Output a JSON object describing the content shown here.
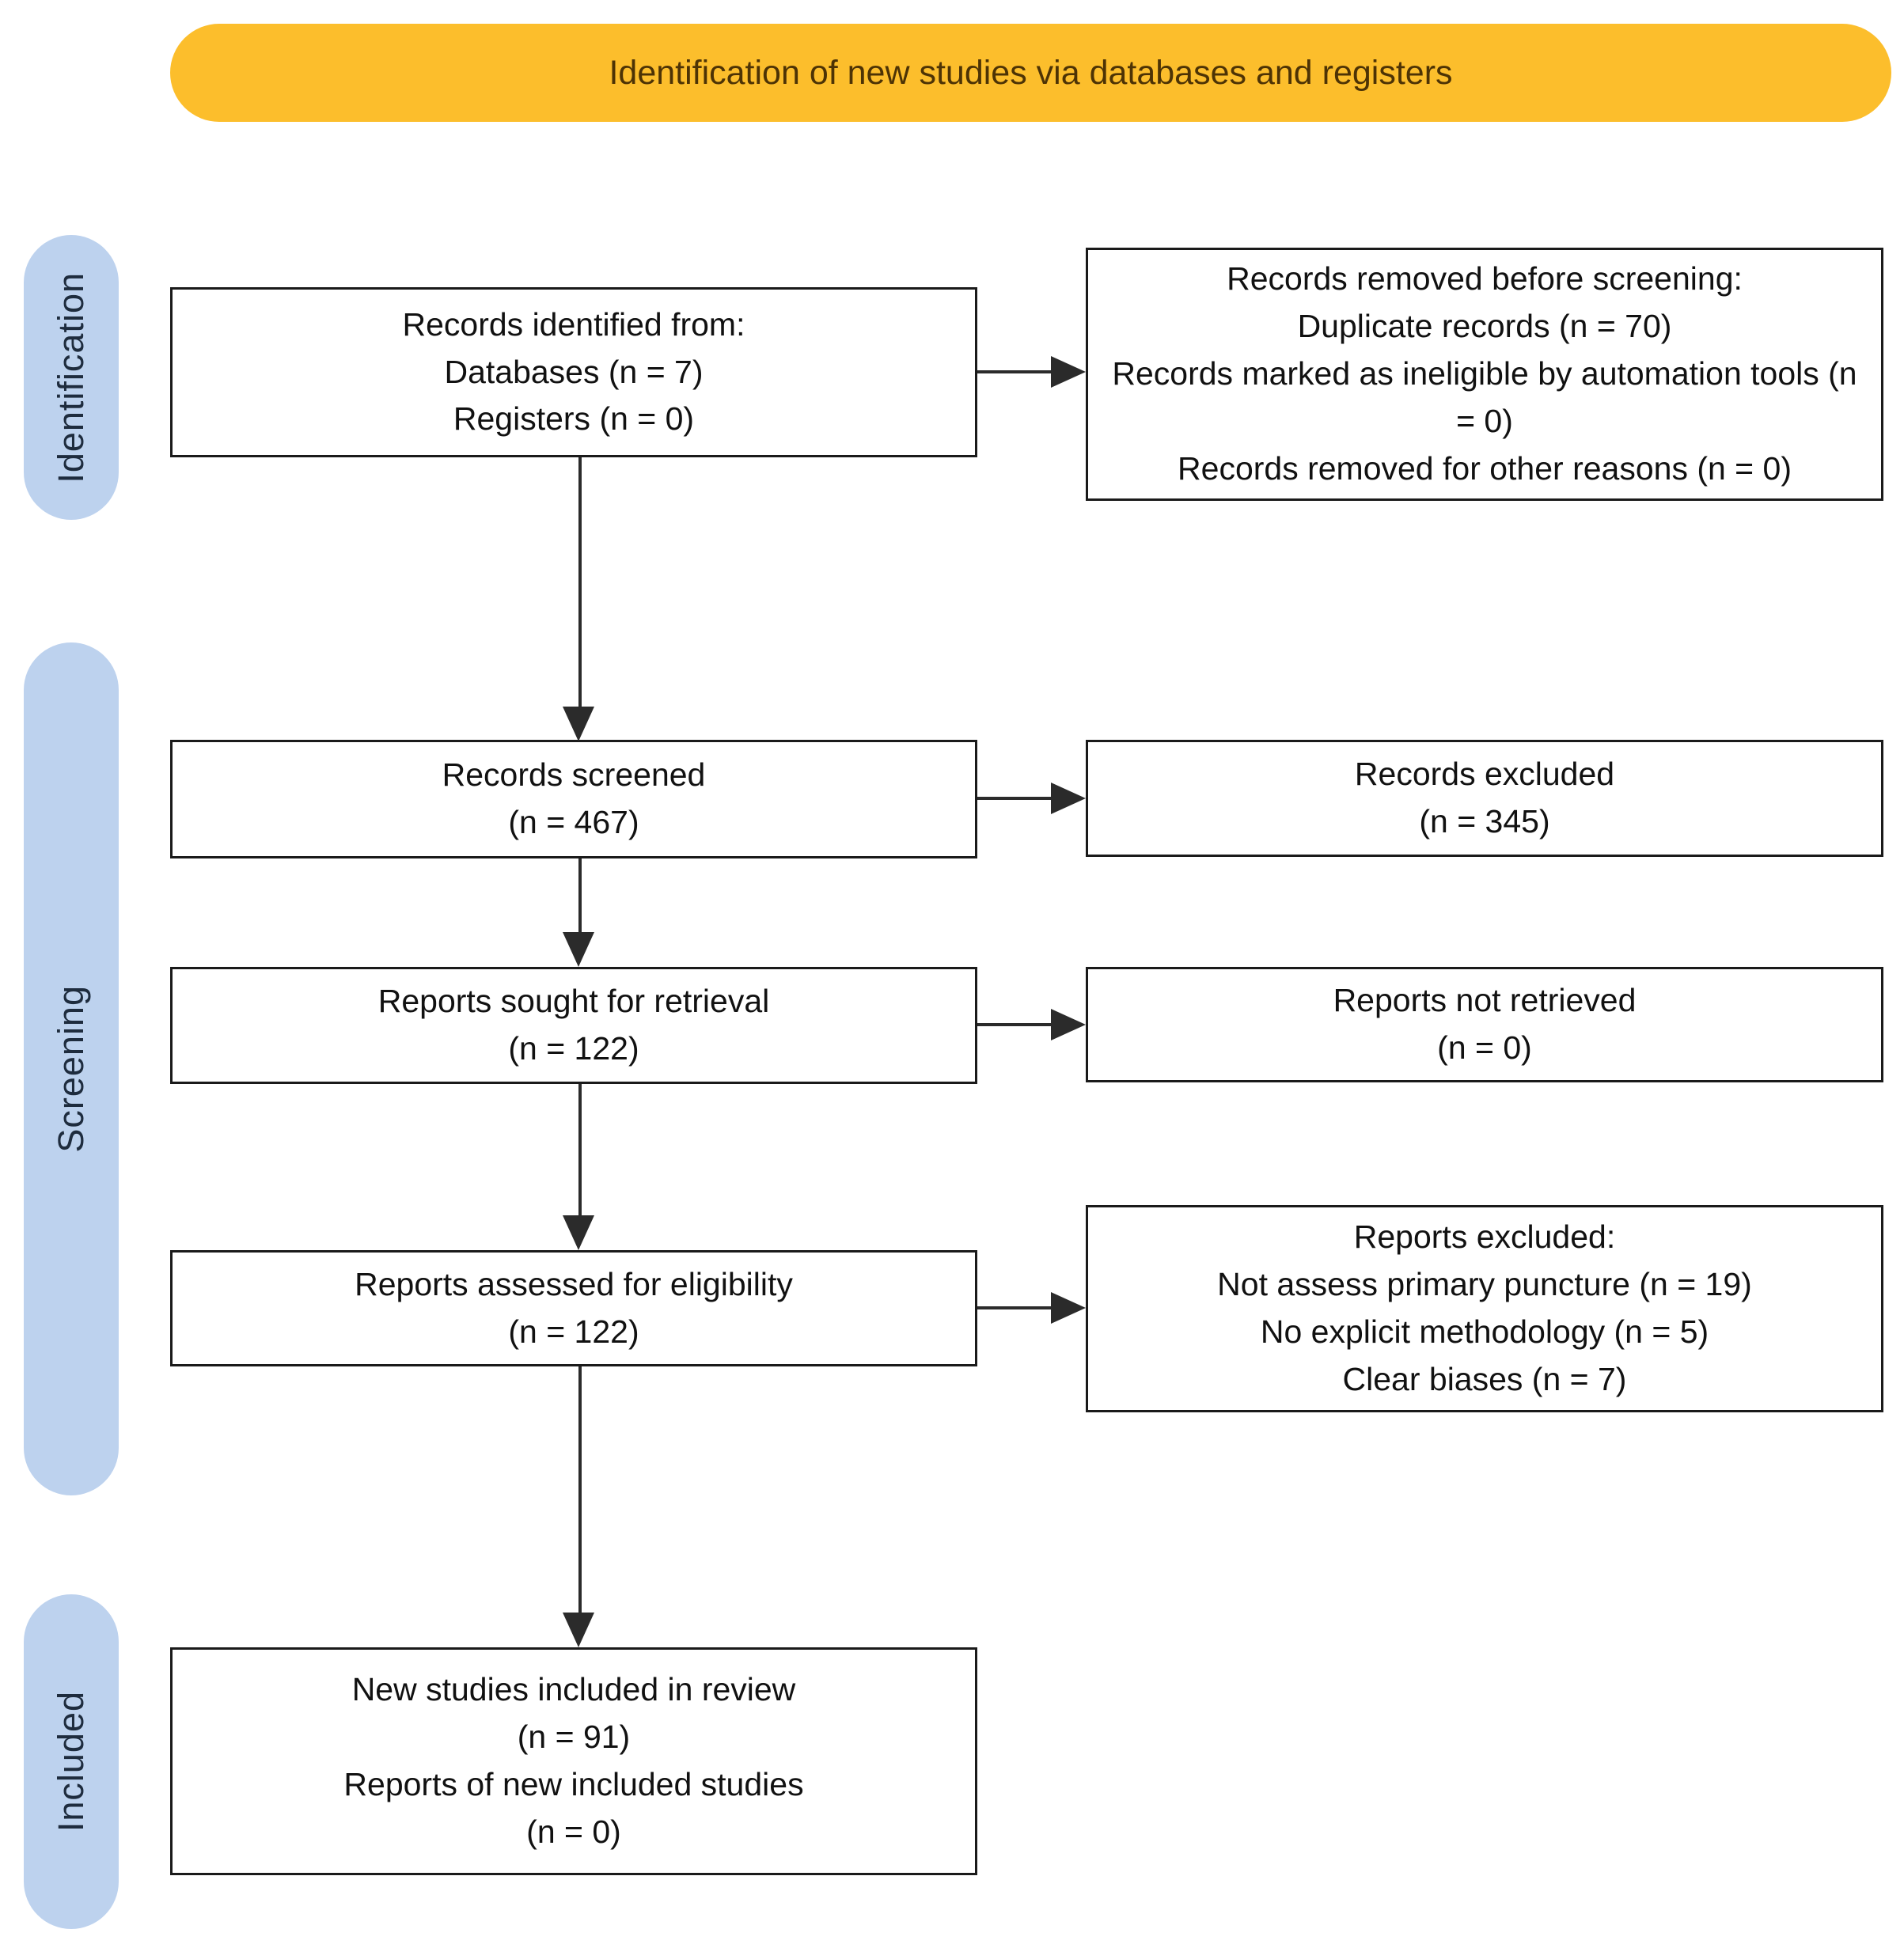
{
  "banner": {
    "label": "Identification of new studies via databases and registers"
  },
  "stages": {
    "identification": {
      "label": "Identification"
    },
    "screening": {
      "label": "Screening"
    },
    "included": {
      "label": "Included"
    }
  },
  "boxes": {
    "records_identified": {
      "lines": [
        "Records identified from:",
        "Databases (n = 7)",
        "Registers (n = 0)"
      ]
    },
    "records_removed": {
      "lines": [
        "Records removed before screening:",
        "Duplicate records (n = 70)",
        "Records marked as ineligible by automation tools (n = 0)",
        "Records removed for other reasons (n = 0)"
      ]
    },
    "records_screened": {
      "lines": [
        "Records screened",
        "(n = 467)"
      ]
    },
    "records_excluded": {
      "lines": [
        "Records excluded",
        "(n = 345)"
      ]
    },
    "reports_sought": {
      "lines": [
        "Reports sought for retrieval",
        "(n = 122)"
      ]
    },
    "reports_not_retrieved": {
      "lines": [
        "Reports not retrieved",
        "(n = 0)"
      ]
    },
    "reports_assessed": {
      "lines": [
        "Reports assessed for eligibility",
        "(n = 122)"
      ]
    },
    "reports_excluded": {
      "lines": [
        "Reports excluded:",
        "Not assess primary puncture (n = 19)",
        "No explicit methodology (n = 5)",
        "Clear biases (n = 7)"
      ]
    },
    "new_studies_included": {
      "lines": [
        "New studies included in review",
        "(n = 91)",
        "Reports of new included studies",
        "(n = 0)"
      ]
    }
  },
  "colors": {
    "banner_bg": "#FCBE2C",
    "banner_text": "#4D3305",
    "stage_pill_bg": "#BDD2EE",
    "stage_pill_text": "#1E2C3E",
    "box_border": "#1A1A1A",
    "arrow": "#2B2B2B"
  }
}
